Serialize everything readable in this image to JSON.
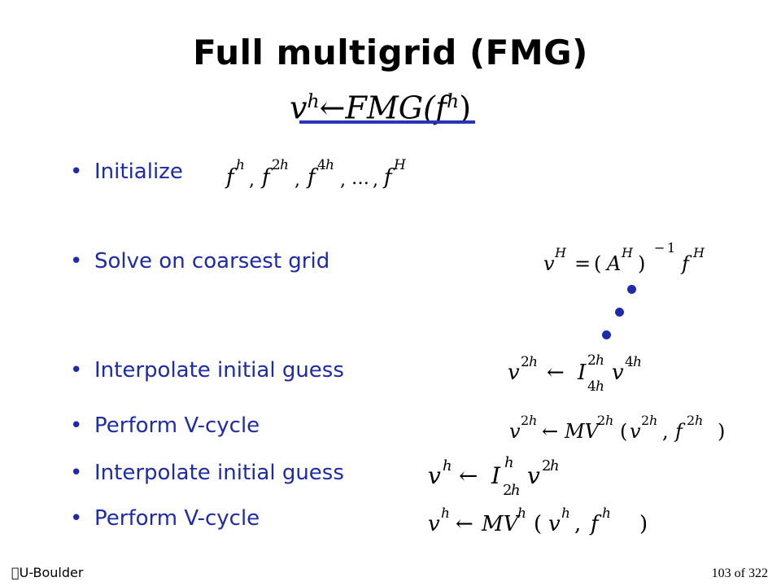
{
  "slide": {
    "title": "Full multigrid (FMG)",
    "subtitle_formula": {
      "lhs": "v",
      "lhs_sup": "h",
      "arrow": "←",
      "fn": "FMG(",
      "arg": "f",
      "arg_sup": "h",
      "close": ")"
    },
    "bullets": [
      {
        "label": "Initialize"
      },
      {
        "label": "Solve on coarsest grid"
      },
      {
        "label": "Interpolate initial guess"
      },
      {
        "label": "Perform V-cycle"
      },
      {
        "label": "Interpolate initial guess"
      },
      {
        "label": "Perform V-cycle"
      }
    ],
    "bullet_marker": "•",
    "footer_left": "U-Boulder",
    "footer_right": "103 of 322"
  },
  "colors": {
    "accent_blue": "#1e2ba8",
    "underline_blue": "#2a34b8"
  }
}
